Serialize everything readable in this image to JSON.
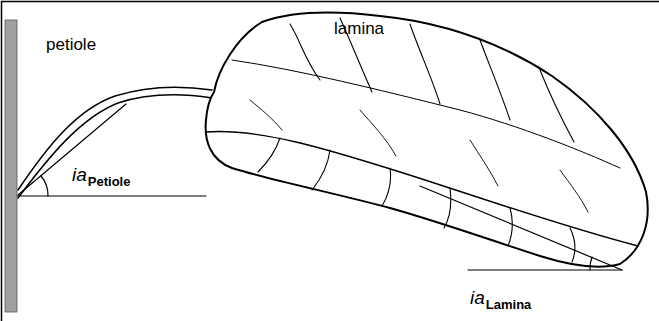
{
  "diagram": {
    "labels": [
      "petiole",
      "lamina",
      "ia",
      "Petiole",
      "ia",
      "Lamina"
    ]
  }
}
